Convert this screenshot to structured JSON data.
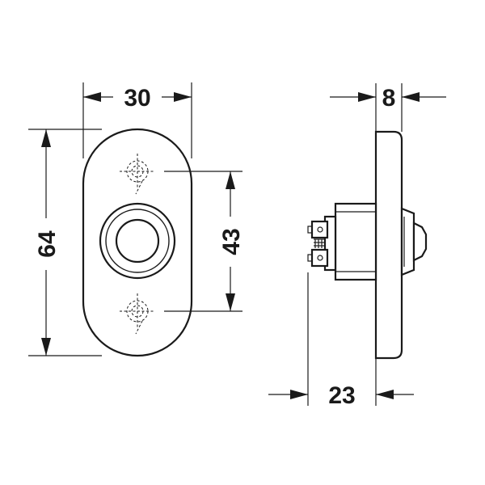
{
  "figure": {
    "front_view": {
      "width_label": "30",
      "height_label": "64",
      "hole_spacing_label": "43"
    },
    "side_view": {
      "plate_thickness_label": "8",
      "depth_label": "23"
    }
  }
}
